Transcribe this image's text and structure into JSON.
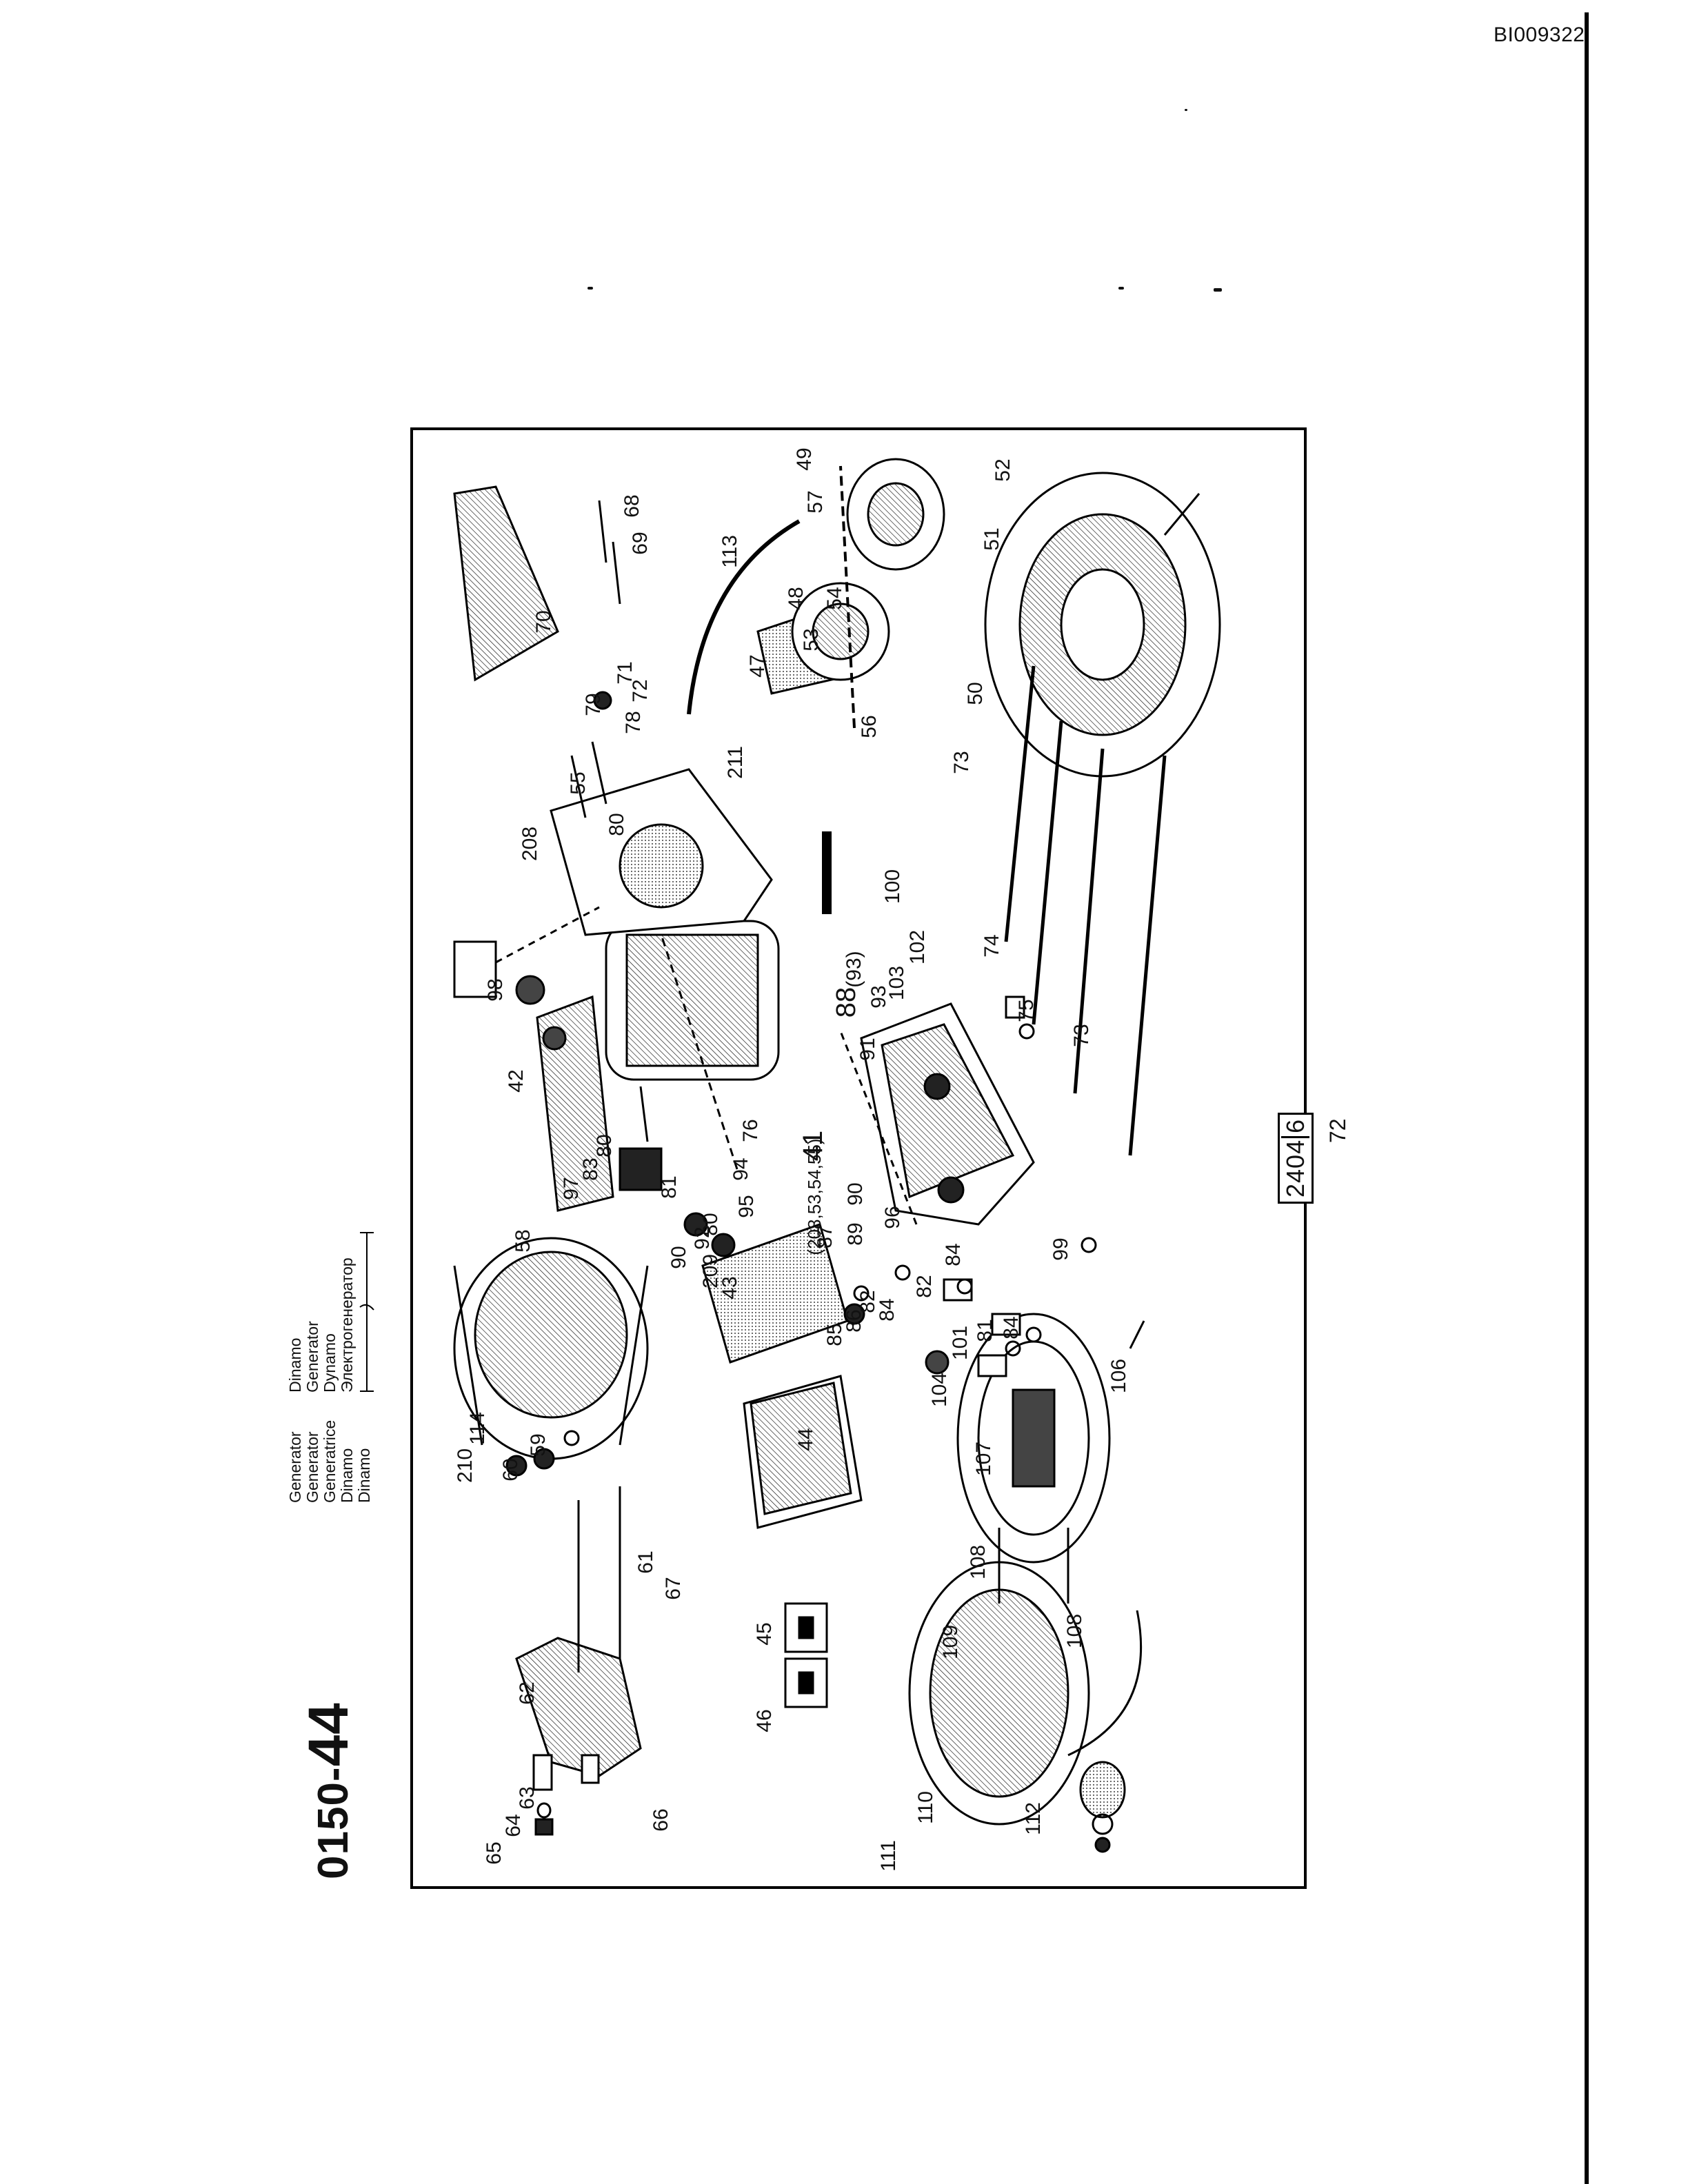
{
  "doc_id": "BI009322",
  "section": {
    "prefix": "0150-",
    "suffix": "44"
  },
  "titles": {
    "left": [
      "Generator",
      "Generator",
      "Generatrice",
      "Dinamo",
      "Dinamo"
    ],
    "right": [
      "Dinamo",
      "Generator",
      "Dynamo",
      "Электрогенератор"
    ]
  },
  "page_number": "72",
  "figure_ref": {
    "main": "2404",
    "suffix": "6"
  },
  "group_note": "(208,53,54,55)",
  "callouts": [
    {
      "id": "c65",
      "text": "65"
    },
    {
      "id": "c64",
      "text": "64"
    },
    {
      "id": "c63",
      "text": "63"
    },
    {
      "id": "c62",
      "text": "62"
    },
    {
      "id": "c66",
      "text": "66"
    },
    {
      "id": "c61",
      "text": "61"
    },
    {
      "id": "c67",
      "text": "67"
    },
    {
      "id": "c46",
      "text": "46"
    },
    {
      "id": "c45",
      "text": "45"
    },
    {
      "id": "c111",
      "text": "111"
    },
    {
      "id": "c110",
      "text": "110"
    },
    {
      "id": "c112",
      "text": "112"
    },
    {
      "id": "c109",
      "text": "109"
    },
    {
      "id": "c108a",
      "text": "108"
    },
    {
      "id": "c108b",
      "text": "108"
    },
    {
      "id": "c107",
      "text": "107"
    },
    {
      "id": "c106",
      "text": "106"
    },
    {
      "id": "c44",
      "text": "44"
    },
    {
      "id": "c210",
      "text": "210"
    },
    {
      "id": "c114",
      "text": "114"
    },
    {
      "id": "c60",
      "text": "60"
    },
    {
      "id": "c59",
      "text": "59"
    },
    {
      "id": "c58",
      "text": "58"
    },
    {
      "id": "c43",
      "text": "43"
    },
    {
      "id": "c90a",
      "text": "90"
    },
    {
      "id": "c209",
      "text": "209"
    },
    {
      "id": "c92",
      "text": "92"
    },
    {
      "id": "c80a",
      "text": "80"
    },
    {
      "id": "c81a",
      "text": "81"
    },
    {
      "id": "c97",
      "text": "97"
    },
    {
      "id": "c83",
      "text": "83"
    },
    {
      "id": "c80b",
      "text": "80"
    },
    {
      "id": "c95",
      "text": "95"
    },
    {
      "id": "c94",
      "text": "94"
    },
    {
      "id": "c76",
      "text": "76"
    },
    {
      "id": "c42",
      "text": "42"
    },
    {
      "id": "c98",
      "text": "98"
    },
    {
      "id": "c41",
      "text": "41"
    },
    {
      "id": "c208",
      "text": "208"
    },
    {
      "id": "c55",
      "text": "55"
    },
    {
      "id": "c80c",
      "text": "80"
    },
    {
      "id": "c79",
      "text": "79"
    },
    {
      "id": "c78",
      "text": "78"
    },
    {
      "id": "c72",
      "text": "72"
    },
    {
      "id": "c71",
      "text": "71"
    },
    {
      "id": "c70",
      "text": "70"
    },
    {
      "id": "c69",
      "text": "69"
    },
    {
      "id": "c68",
      "text": "68"
    },
    {
      "id": "c113",
      "text": "113"
    },
    {
      "id": "c211",
      "text": "211"
    },
    {
      "id": "c47",
      "text": "47"
    },
    {
      "id": "c48",
      "text": "48"
    },
    {
      "id": "c53",
      "text": "53"
    },
    {
      "id": "c54",
      "text": "54"
    },
    {
      "id": "c57",
      "text": "57"
    },
    {
      "id": "c49",
      "text": "49"
    },
    {
      "id": "c56",
      "text": "56"
    },
    {
      "id": "c50",
      "text": "50"
    },
    {
      "id": "c51",
      "text": "51"
    },
    {
      "id": "c52",
      "text": "52"
    },
    {
      "id": "c100",
      "text": "100"
    },
    {
      "id": "c73a",
      "text": "73"
    },
    {
      "id": "c74",
      "text": "74"
    },
    {
      "id": "c75",
      "text": "75"
    },
    {
      "id": "c73b",
      "text": "73"
    },
    {
      "id": "c102",
      "text": "102"
    },
    {
      "id": "c103",
      "text": "103"
    },
    {
      "id": "c88",
      "text": "88"
    },
    {
      "id": "c93a",
      "text": "(93)"
    },
    {
      "id": "c93b",
      "text": "93"
    },
    {
      "id": "c91",
      "text": "91"
    },
    {
      "id": "c90b",
      "text": "90"
    },
    {
      "id": "c96",
      "text": "96"
    },
    {
      "id": "c99",
      "text": "99"
    },
    {
      "id": "c89",
      "text": "89"
    },
    {
      "id": "c87",
      "text": "87"
    },
    {
      "id": "c85",
      "text": "85"
    },
    {
      "id": "c86",
      "text": "86"
    },
    {
      "id": "c82a",
      "text": "82"
    },
    {
      "id": "c84a",
      "text": "84"
    },
    {
      "id": "c82b",
      "text": "82"
    },
    {
      "id": "c84b",
      "text": "84"
    },
    {
      "id": "c104",
      "text": "104"
    },
    {
      "id": "c101",
      "text": "101"
    },
    {
      "id": "c81b",
      "text": "81"
    },
    {
      "id": "c84c",
      "text": "84"
    }
  ]
}
